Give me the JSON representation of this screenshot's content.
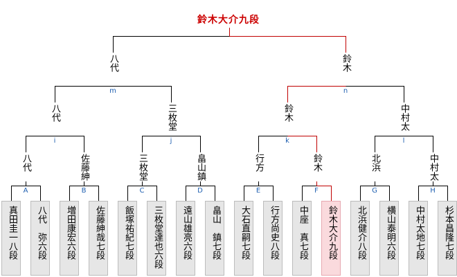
{
  "winner": "鈴木大介九段",
  "colors": {
    "line": "#000000",
    "win_line": "#c00000",
    "match_label": "#1f5fb0",
    "win_box": "#fadadd",
    "box": "#e6e6e6"
  },
  "round1": [
    {
      "label": "A",
      "top": "真田圭一八段",
      "bottom": "八代　弥六段",
      "winner": "八代"
    },
    {
      "label": "B",
      "top": "増田康宏六段",
      "bottom": "佐藤紳哉七段",
      "winner": "佐藤紳"
    },
    {
      "label": "C",
      "top": "飯塚祐紀七段",
      "bottom": "三枚堂達也六段",
      "winner": "三枚堂"
    },
    {
      "label": "D",
      "top": "遠山雄亮六段",
      "bottom": "畠山　鎮七段",
      "winner": "畠山鎮"
    },
    {
      "label": "E",
      "top": "大石直嗣七段",
      "bottom": "行方尚史八段",
      "winner": "行方"
    },
    {
      "label": "F",
      "top": "中座　真七段",
      "bottom": "鈴木大介九段",
      "winner": "鈴木"
    },
    {
      "label": "G",
      "top": "北浜健介八段",
      "bottom": "横山泰明六段",
      "winner": "北浜"
    },
    {
      "label": "H",
      "top": "中村太地七段",
      "bottom": "杉本昌隆七段",
      "winner": "中村太"
    }
  ],
  "round2": [
    {
      "label": "i",
      "winner": "八代"
    },
    {
      "label": "j",
      "winner": "三枚堂"
    },
    {
      "label": "k",
      "winner": "鈴木"
    },
    {
      "label": "l",
      "winner": "中村太"
    }
  ],
  "round3": [
    {
      "label": "m",
      "winner": "八代"
    },
    {
      "label": "n",
      "winner": "鈴木"
    }
  ]
}
